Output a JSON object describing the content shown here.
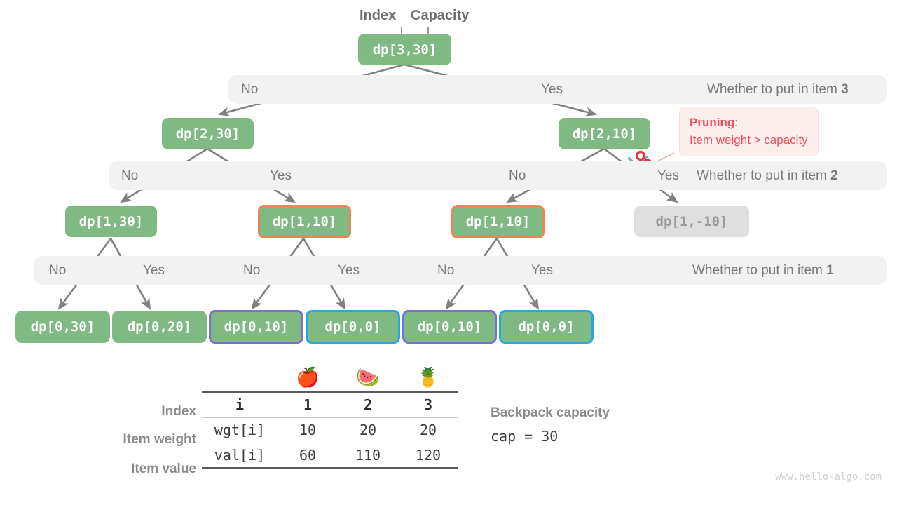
{
  "annotations": {
    "index_label": "Index",
    "capacity_label": "Capacity"
  },
  "tree": {
    "root": {
      "label": "dp[3,30]"
    },
    "level2": [
      {
        "label": "dp[2,30]"
      },
      {
        "label": "dp[2,10]"
      }
    ],
    "level1": [
      {
        "label": "dp[1,30]"
      },
      {
        "label": "dp[1,10]"
      },
      {
        "label": "dp[1,10]"
      },
      {
        "label": "dp[1,-10]"
      }
    ],
    "level0": [
      {
        "label": "dp[0,30]"
      },
      {
        "label": "dp[0,20]"
      },
      {
        "label": "dp[0,10]"
      },
      {
        "label": "dp[0,0]"
      },
      {
        "label": "dp[0,10]"
      },
      {
        "label": "dp[0,0]"
      }
    ]
  },
  "bands": [
    {
      "title": "Whether to put in item ",
      "title_bold": "3",
      "labels": [
        "No",
        "Yes"
      ]
    },
    {
      "title": "Whether to put in item ",
      "title_bold": "2",
      "labels": [
        "No",
        "Yes",
        "No",
        "Yes"
      ]
    },
    {
      "title": "Whether to put in item ",
      "title_bold": "1",
      "labels": [
        "No",
        "Yes",
        "No",
        "Yes",
        "No",
        "Yes"
      ]
    }
  ],
  "pruning": {
    "heading": "Pruning",
    "colon": ":",
    "body": "Item weight > capacity",
    "icon": "scissors-icon"
  },
  "table": {
    "row_headers": [
      "Index",
      "Item weight",
      "Item value"
    ],
    "first_col": [
      "i",
      "wgt[i]",
      "val[i]"
    ],
    "emojis": [
      "🍎",
      "🍉",
      "🍍"
    ],
    "index": [
      "1",
      "2",
      "3"
    ],
    "weight": [
      "10",
      "20",
      "20"
    ],
    "value": [
      "60",
      "110",
      "120"
    ]
  },
  "capacity": {
    "title": "Backpack capacity",
    "value": "cap = 30"
  },
  "watermark": "www.hello-algo.com",
  "colors": {
    "node_green": "#7fba83",
    "border_orange": "#ef8354",
    "border_purple": "#7b6fd4",
    "border_cyan": "#29a5e8",
    "node_dim": "#dedede",
    "band_bg": "#f2f2f2",
    "edge_grey": "#808080",
    "pruning_red": "#ef4d5a"
  }
}
